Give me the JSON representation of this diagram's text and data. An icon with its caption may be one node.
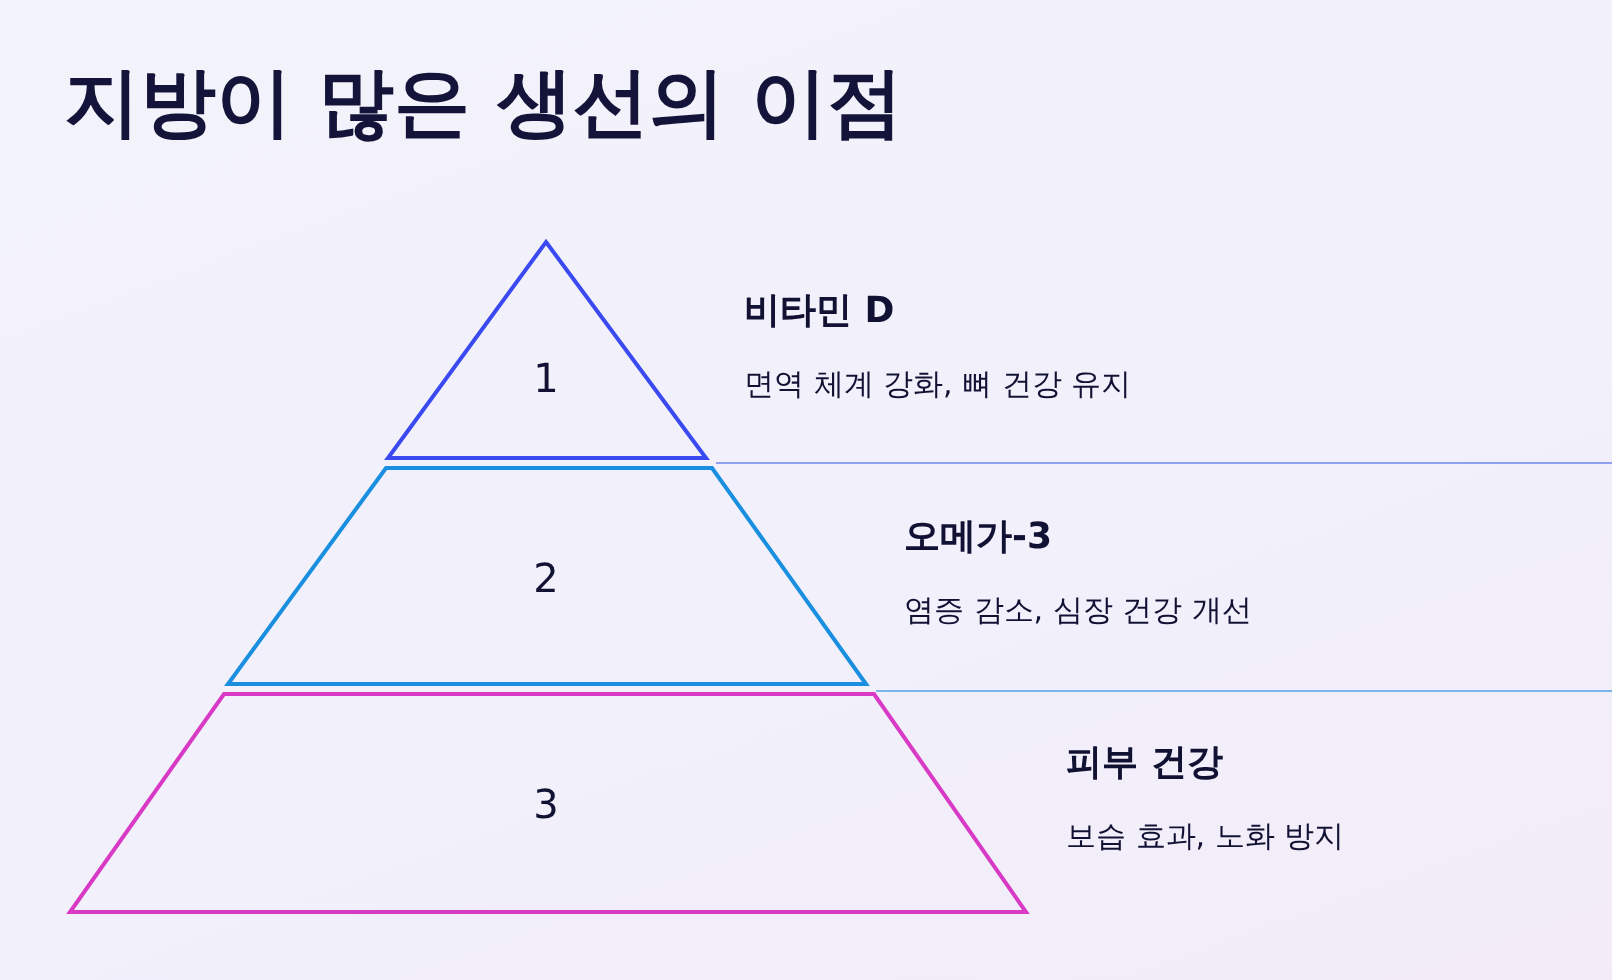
{
  "diagram": {
    "title": "지방이 많은 생선의 이점",
    "nodes": [
      {
        "text": [
          "1"
        ],
        "beside": [
          "비타민 D",
          "면역 체계 강화, 뼈 건강 유지"
        ]
      },
      {
        "text": [
          "2"
        ],
        "beside": [
          "오메가-3",
          "염증 감소, 심장 건강 개선"
        ]
      },
      {
        "text": [
          "3"
        ],
        "beside": [
          "피부 건강",
          "보습 효과, 노화 방지"
        ]
      }
    ],
    "edges": []
  }
}
